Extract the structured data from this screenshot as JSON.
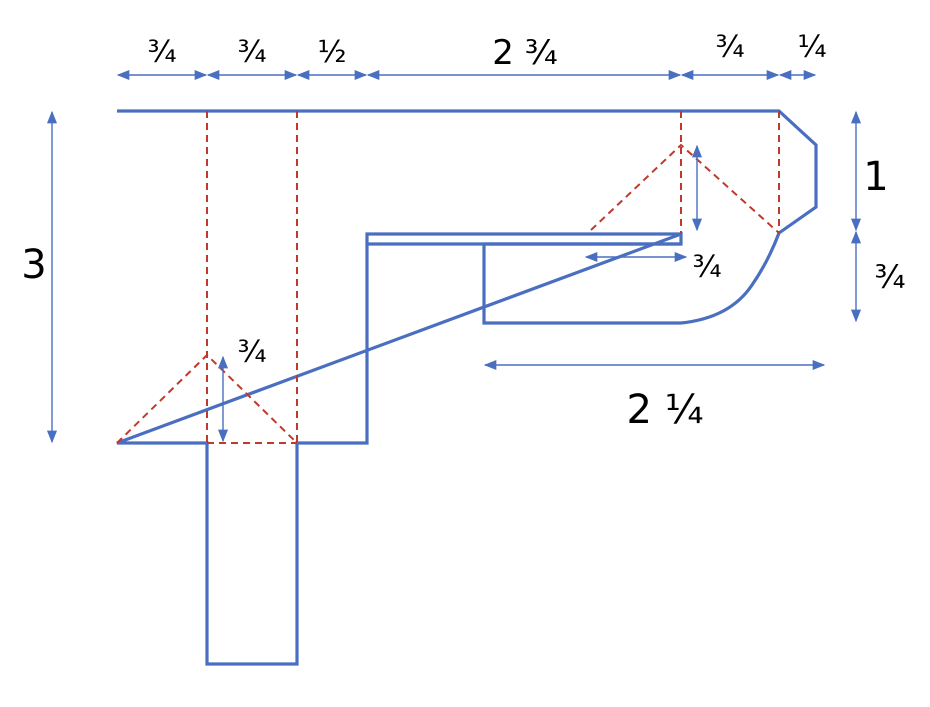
{
  "colors": {
    "outline": "#4a6fc0",
    "fold_line": "#c0392b",
    "dimension": "#4a6fc0",
    "text": "#000000",
    "background": "#ffffff"
  },
  "labels": {
    "top_dim_1": "¾",
    "top_dim_2": "¾",
    "top_dim_3": "½",
    "top_dim_4": "2 ¾",
    "top_dim_5": "¾",
    "top_dim_6": "¼",
    "left_height": "3",
    "right_height_1": "1",
    "right_height_2": "¾",
    "tab_width": "2 ¼",
    "left_fold_depth": "¾",
    "right_fold_depth": "¾"
  }
}
